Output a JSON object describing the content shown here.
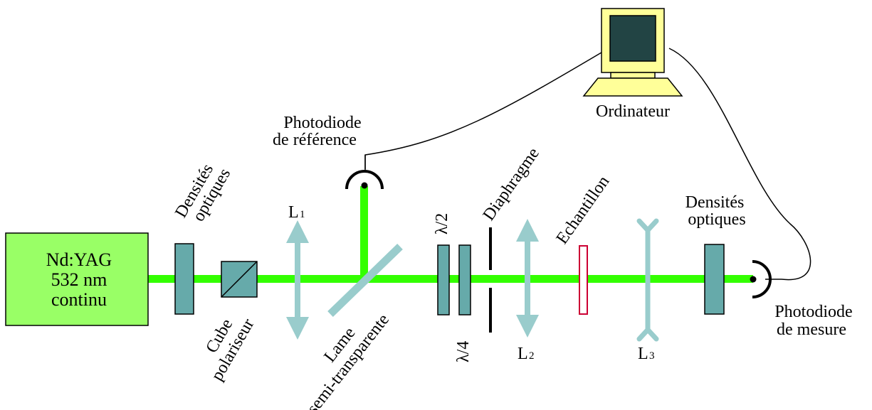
{
  "laser": {
    "line1": "Nd:YAG",
    "line2": "532 nm",
    "line3": "continu"
  },
  "densites_left": {
    "line1": "Densités",
    "line2": "optiques"
  },
  "cube": {
    "line1": "Cube",
    "line2": "polariseur"
  },
  "lens1": {
    "letter": "L",
    "index": "1"
  },
  "lame": {
    "line1": "Lame",
    "line2": "semi-transparente"
  },
  "photodiode_ref": {
    "line1": "Photodiode",
    "line2": "de référence"
  },
  "half_wave": "λ/2",
  "quarter_wave": "λ/4",
  "diaphragme": "Diaphragme",
  "lens2": {
    "letter": "L",
    "index": "2"
  },
  "echantillon": "Echantillon",
  "lens3": {
    "letter": "L",
    "index": "3"
  },
  "densites_right": {
    "line1": "Densités",
    "line2": "optiques"
  },
  "photodiode_mes": {
    "line1": "Photodiode",
    "line2": "de mesure"
  },
  "ordinateur": "Ordinateur",
  "colors": {
    "beam": "#33ff00",
    "laser_box": "#99ff66",
    "optic": "#66aaaa",
    "lens": "#99cccc",
    "monitor": "#ffff99",
    "screen": "#224444",
    "sample_edge": "#cc0033"
  }
}
